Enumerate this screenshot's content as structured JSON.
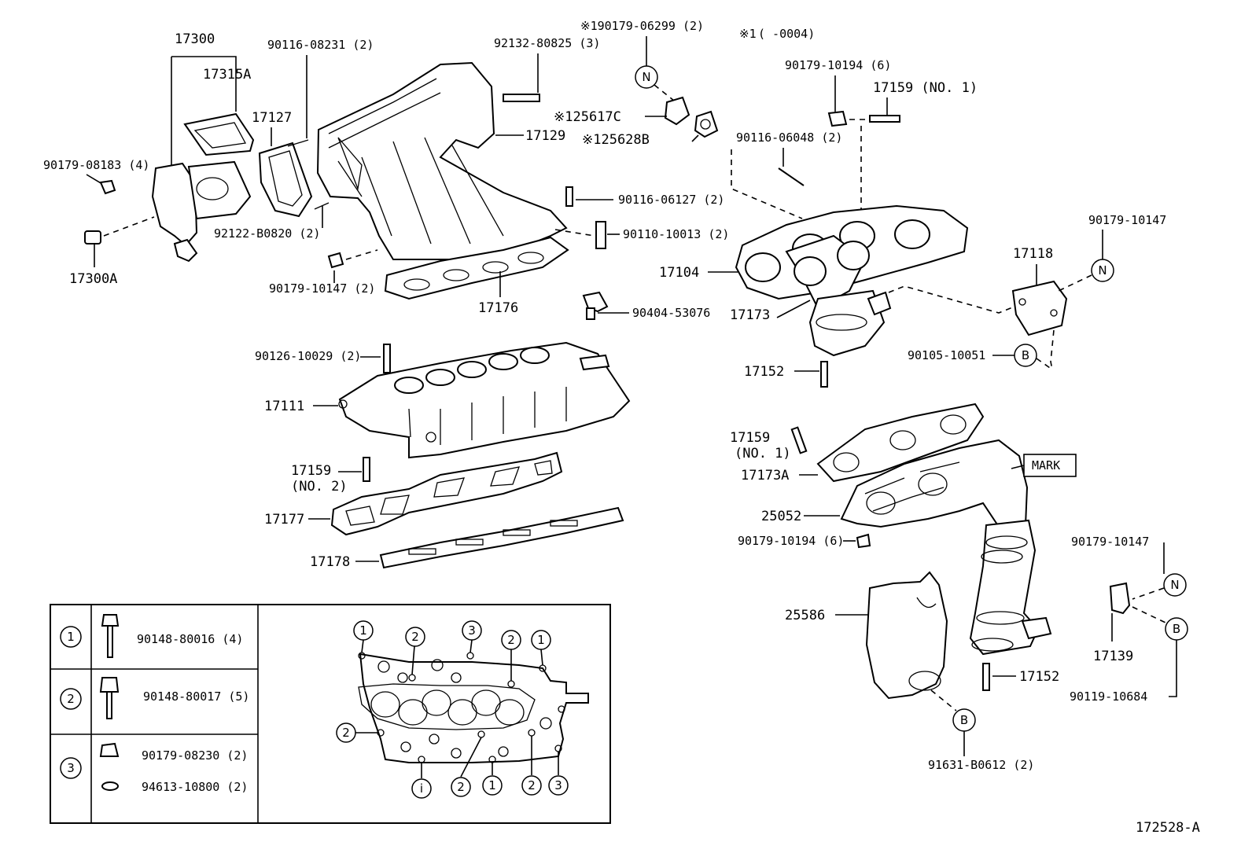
{
  "diagram_id": "172528-A",
  "note": {
    "mark": "※1",
    "range": "(      -0004)"
  },
  "parts": {
    "p17300": "17300",
    "p17315A": "17315A",
    "p90179_08183": "90179-08183 (4)",
    "p17300A": "17300A",
    "p17127": "17127",
    "p90116_08231": "90116-08231 (2)",
    "p92122_B0820": "92122-B0820 (2)",
    "p92132_80825": "92132-80825 (3)",
    "p17129": "17129",
    "p90116_06127": "90116-06127 (2)",
    "p90110_10013": "90110-10013 (2)",
    "p90179_10147_a": "90179-10147 (2)",
    "p17176": "17176",
    "p90404_53076": "90404-53076",
    "p90179_06299": "※190179-06299 (2)",
    "p125617C": "※125617C",
    "p125628B": "※125628B",
    "p90179_10194_a": "90179-10194 (6)",
    "p17159_no1_a": "17159 (NO. 1)",
    "p90116_06048": "90116-06048 (2)",
    "p17104": "17104",
    "p17173": "17173",
    "p17152_a": "17152",
    "p90179_10147_b": "90179-10147",
    "p17118": "17118",
    "p90105_10051": "90105-10051",
    "p90126_10029": "90126-10029 (2)",
    "p17111": "17111",
    "p17159_no2": "17159",
    "p17159_no2_sub": "(NO. 2)",
    "p17177": "17177",
    "p17178": "17178",
    "p17159_no1_b": "17159",
    "p17159_no1_b_sub": "(NO. 1)",
    "p17173A": "17173A",
    "mark": "MARK",
    "p25052": "25052",
    "p90179_10194_b": "90179-10194 (6)",
    "p25586": "25586",
    "p17152_b": "17152",
    "p91631_B0612": "91631-B0612 (2)",
    "p90179_10147_c": "90179-10147",
    "p17139": "17139",
    "p90119_10684": "90119-10684"
  },
  "circle_letters": {
    "n": "N",
    "b": "B"
  },
  "legend": {
    "rows": [
      {
        "num": "1",
        "parts": [
          "90148-80016 (4)"
        ]
      },
      {
        "num": "2",
        "parts": [
          "90148-80017 (5)"
        ]
      },
      {
        "num": "3",
        "parts": [
          "90179-08230 (2)",
          "94613-10800 (2)"
        ]
      }
    ],
    "layout_nums": [
      "1",
      "2",
      "3",
      "2",
      "1",
      "2",
      "i",
      "2",
      "1",
      "2",
      "3"
    ]
  }
}
